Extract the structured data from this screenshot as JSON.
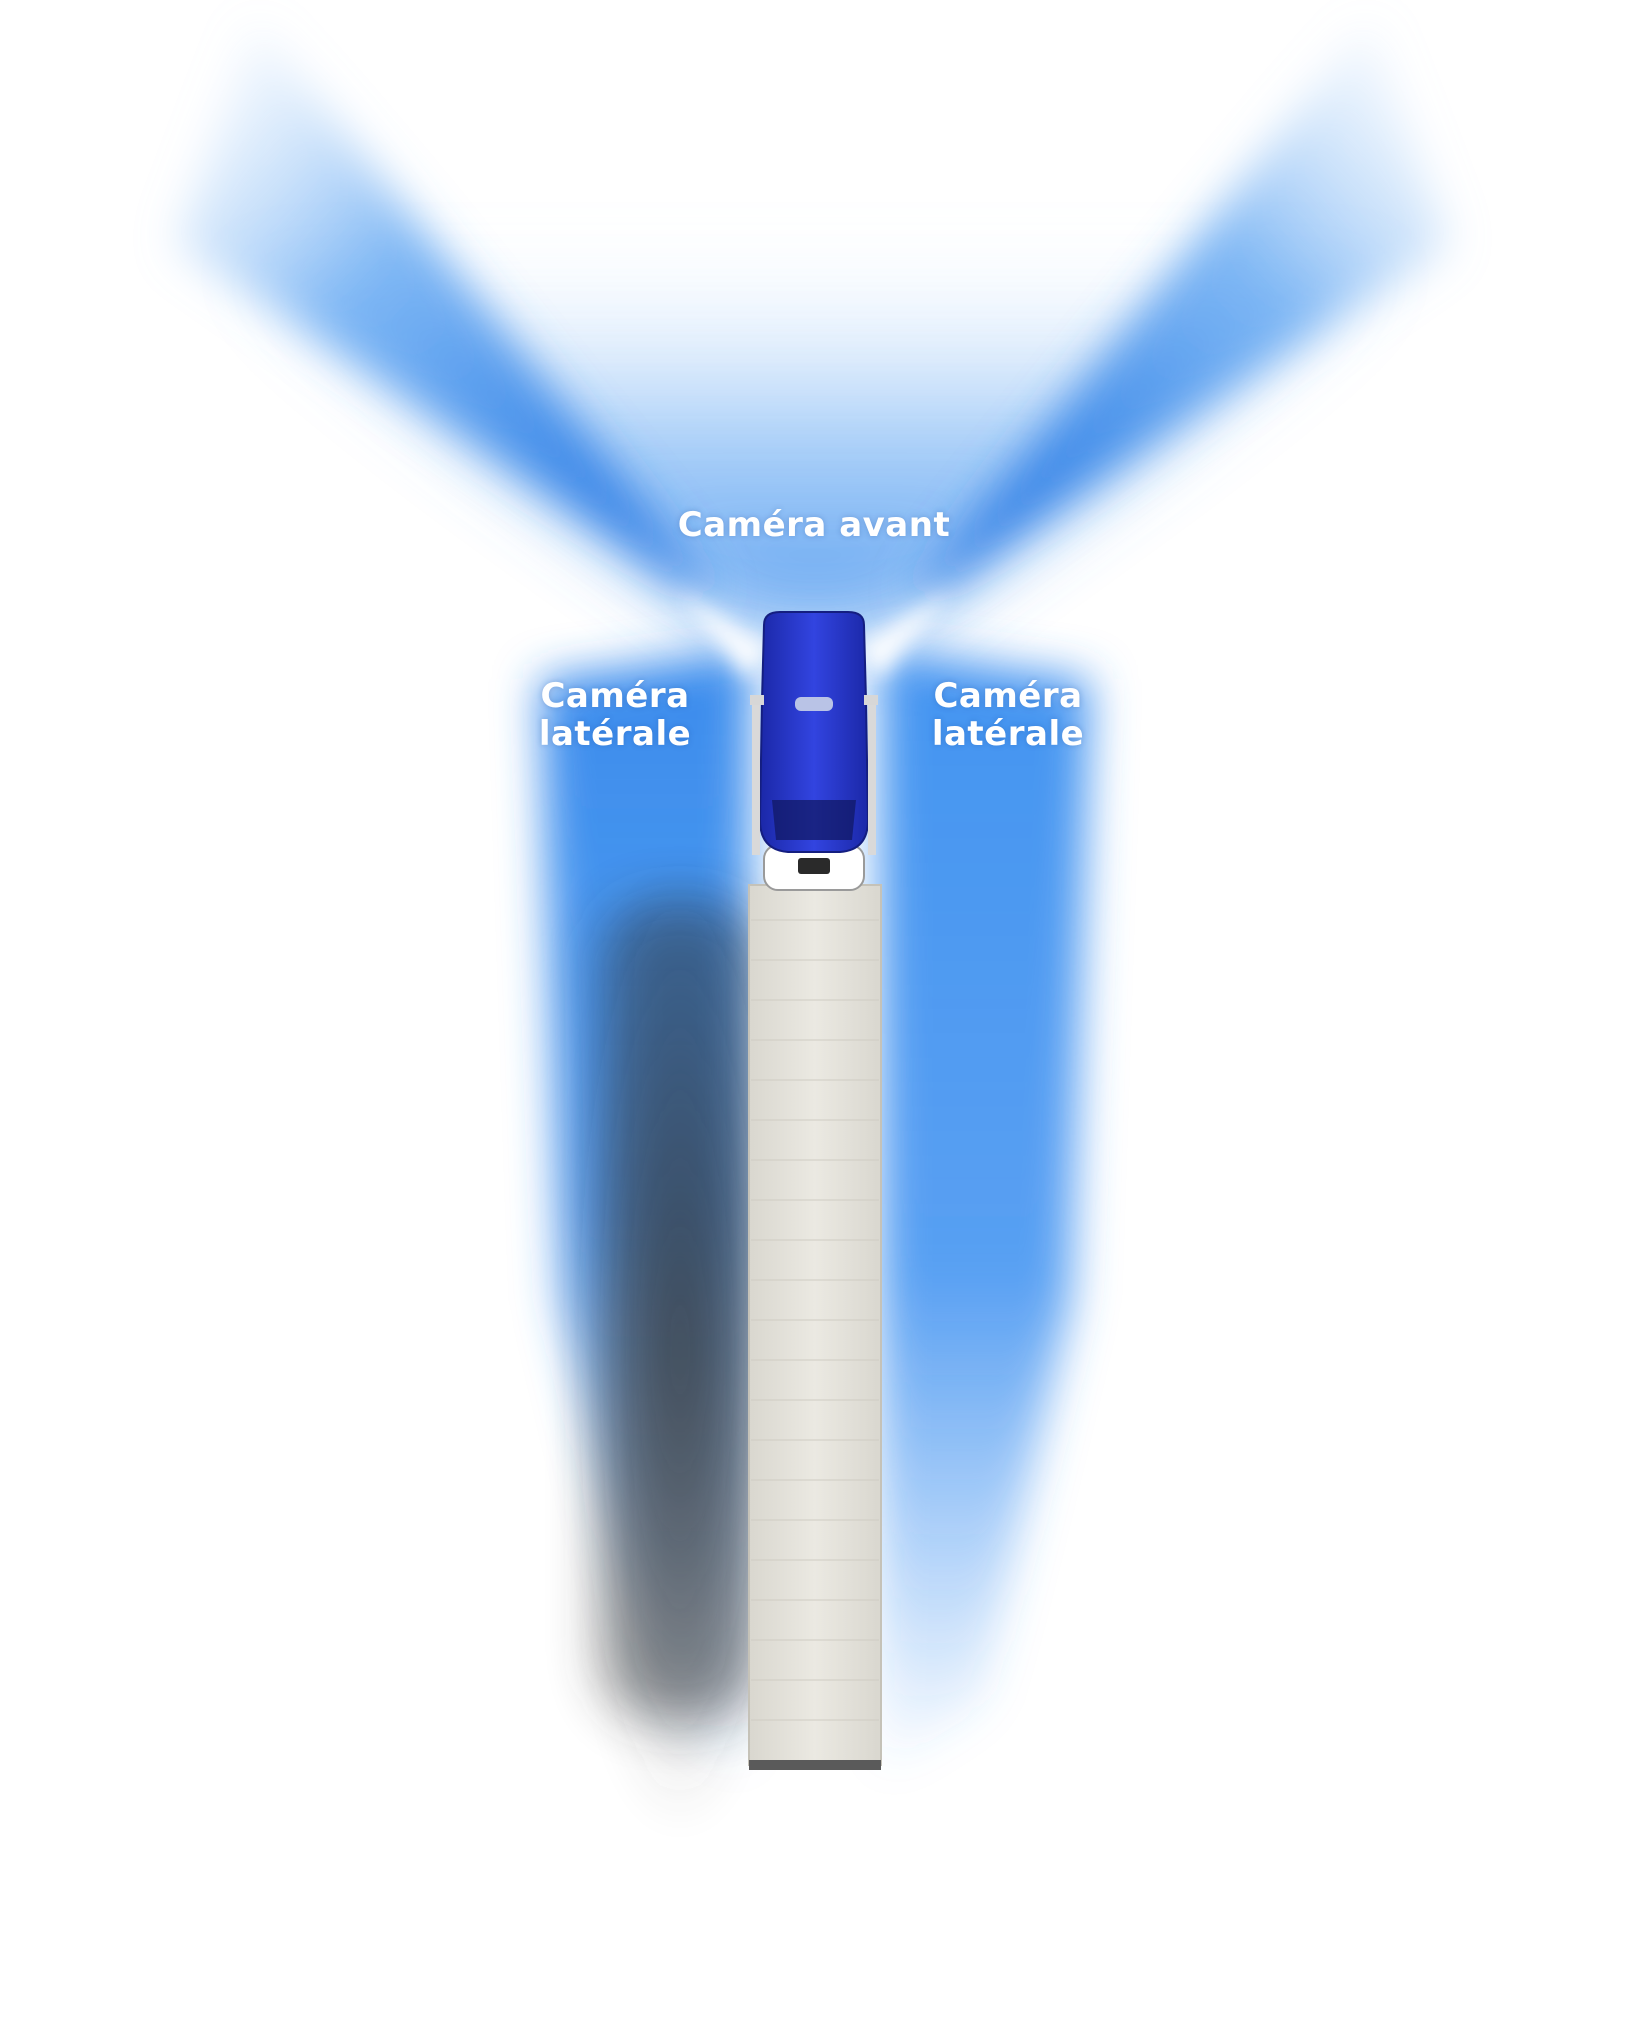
{
  "labels": {
    "front_camera": "Caméra avant",
    "left_camera_line1": "Caméra",
    "left_camera_line2": "latérale",
    "right_camera_line1": "Caméra",
    "right_camera_line2": "latérale"
  },
  "colors": {
    "background": "#ffffff",
    "coverage_blue": "#2f86ec",
    "coverage_deep_blue": "#1d6fe0",
    "truck_cab": "#2a3ad0",
    "trailer": "#e9e7e0",
    "label_text": "#ffffff"
  }
}
